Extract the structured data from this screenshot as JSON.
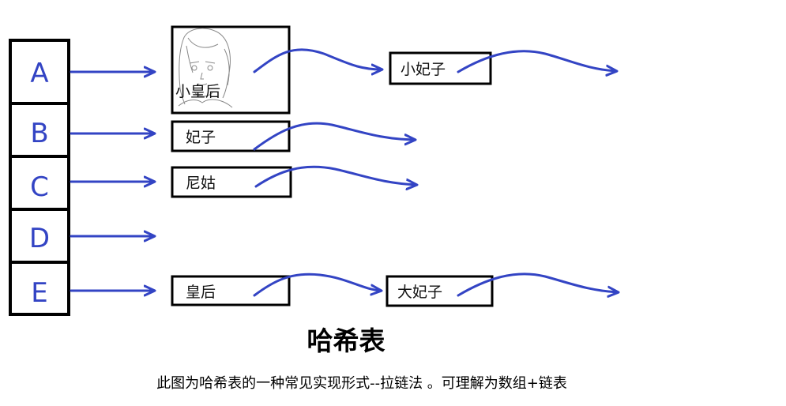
{
  "colors": {
    "arrow": "#3344c4",
    "box_stroke": "#000000"
  },
  "buckets": [
    {
      "key": "A"
    },
    {
      "key": "B"
    },
    {
      "key": "C"
    },
    {
      "key": "D"
    },
    {
      "key": "E"
    }
  ],
  "chains": {
    "a": [
      {
        "label": "小皇后",
        "has_portrait": true
      },
      {
        "label": "小妃子"
      }
    ],
    "b": [
      {
        "label": "妃子"
      }
    ],
    "c": [
      {
        "label": "尼姑"
      }
    ],
    "d": [],
    "e": [
      {
        "label": "皇后"
      },
      {
        "label": "大妃子"
      }
    ]
  },
  "title": "哈希表",
  "caption": "此图为哈希表的一种常见实现形式--拉链法 。可理解为数组+链表"
}
